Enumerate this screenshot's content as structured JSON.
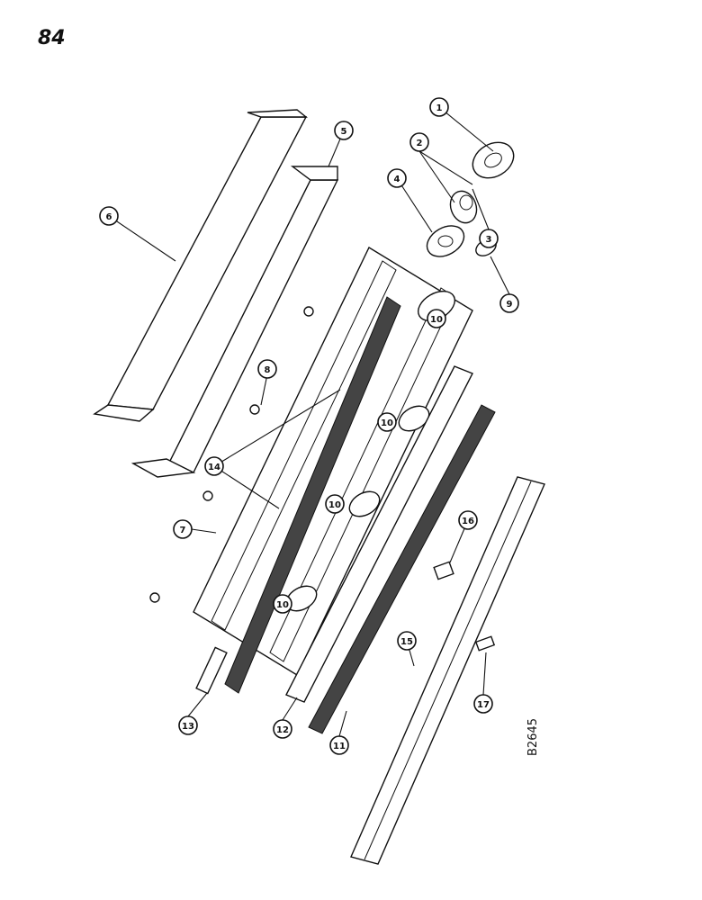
{
  "page": {
    "number": "84",
    "figure_code": "B2645"
  },
  "callouts": [
    {
      "label": "1"
    },
    {
      "label": "2"
    },
    {
      "label": "3"
    },
    {
      "label": "4"
    },
    {
      "label": "5"
    },
    {
      "label": "6"
    },
    {
      "label": "7"
    },
    {
      "label": "8"
    },
    {
      "label": "9"
    },
    {
      "label": "10"
    },
    {
      "label": "10"
    },
    {
      "label": "10"
    },
    {
      "label": "10"
    },
    {
      "label": "11"
    },
    {
      "label": "12"
    },
    {
      "label": "13"
    },
    {
      "label": "14"
    },
    {
      "label": "15"
    },
    {
      "label": "16"
    },
    {
      "label": "17"
    }
  ]
}
